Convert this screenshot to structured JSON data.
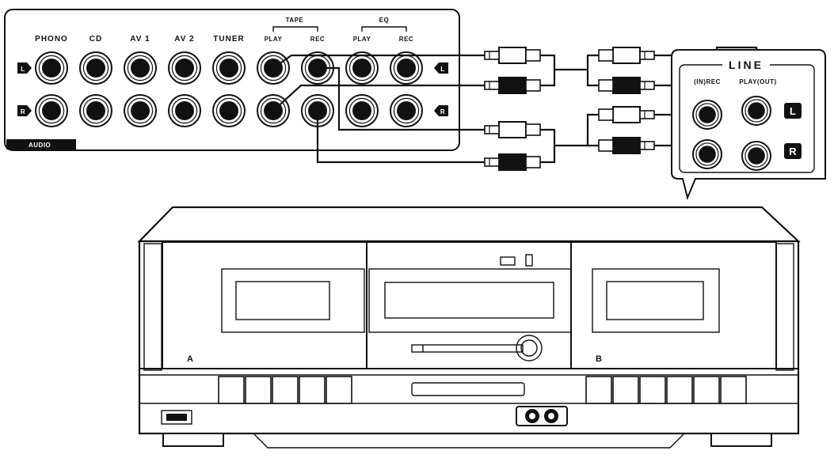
{
  "receiver": {
    "jack_labels": [
      "PHONO",
      "CD",
      "AV 1",
      "AV 2",
      "TUNER"
    ],
    "tape_group": {
      "label": "TAPE",
      "play": "PLAY",
      "rec": "REC"
    },
    "eq_group": {
      "label": "EQ",
      "play": "PLAY",
      "rec": "REC"
    },
    "left_marker": "L",
    "right_marker": "R",
    "panel_label": "AUDIO"
  },
  "deck_panel": {
    "title": "LINE",
    "rec_label": "(IN)REC",
    "play_label": "PLAY(OUT)",
    "left_badge": "L",
    "right_badge": "R"
  },
  "cassette_deck": {
    "deck_a_label": "A",
    "deck_b_label": "B"
  }
}
